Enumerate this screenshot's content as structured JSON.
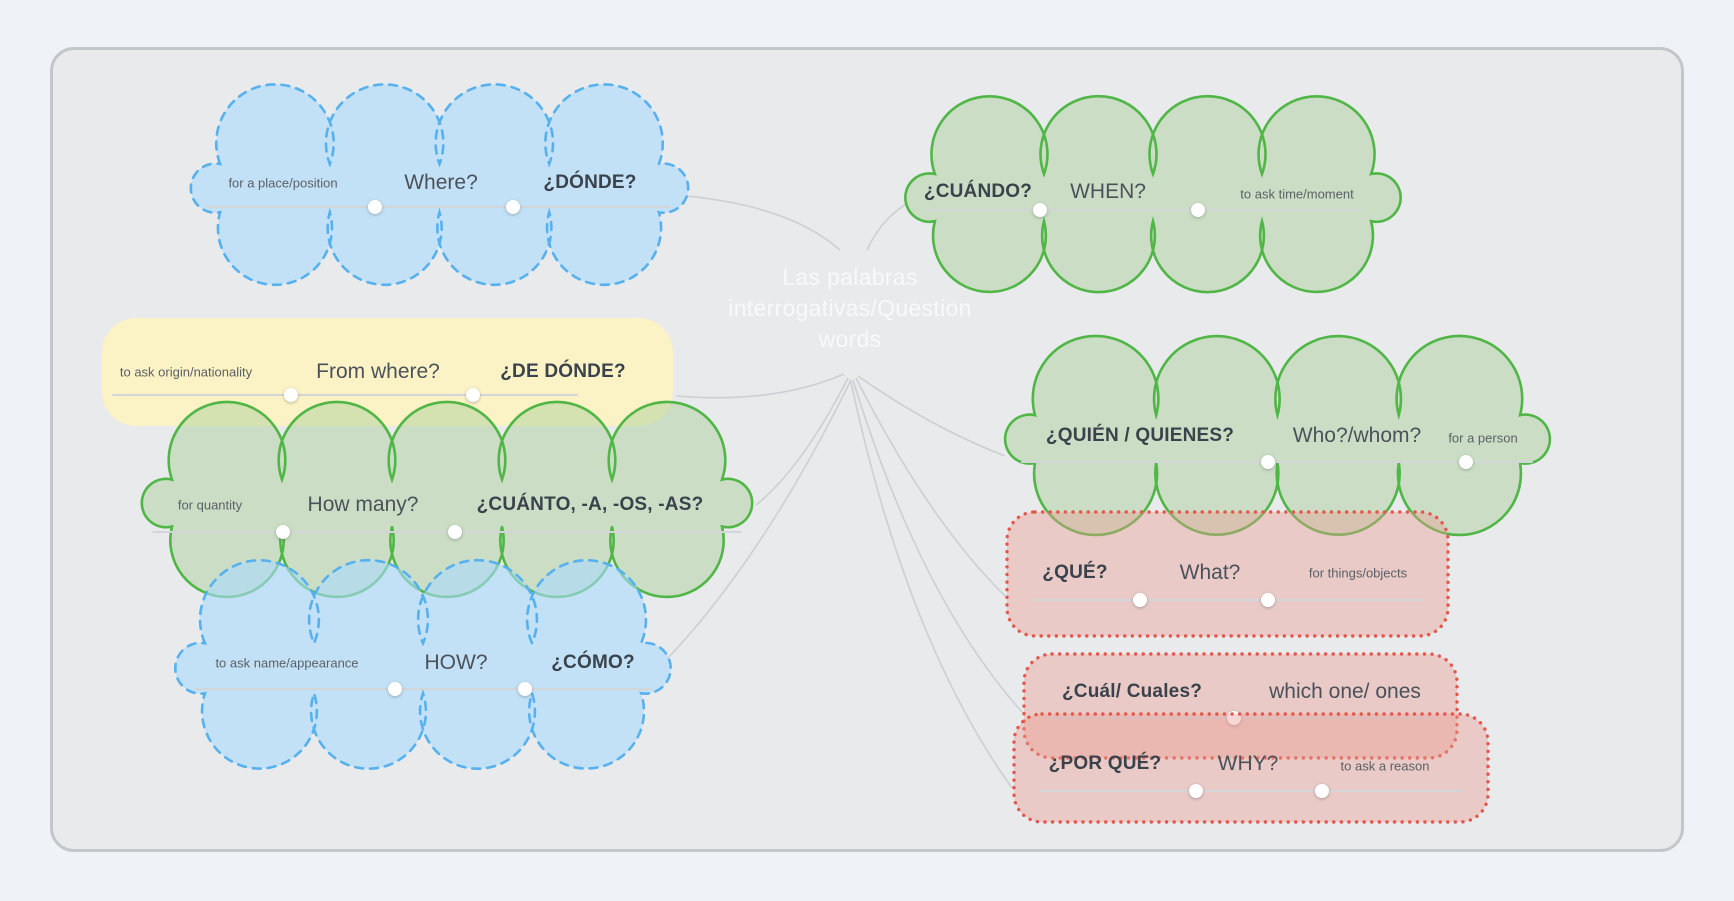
{
  "title": "Las palabras interrogativas/Question words",
  "colors": {
    "background_outer": "#EFF3F7",
    "panel_fill": "#E8EAEC",
    "panel_border": "#C3C7CB",
    "connector": "#C5C9CD",
    "node_line": "#D3D6D9",
    "dot_fill": "#FFFFFF",
    "title_text": "#F7F9FA",
    "hint_text": "#5B6167",
    "english_text": "#4B525A",
    "spanish_text": "#3A424B",
    "blue": {
      "border": "#56B1EE",
      "fill": "rgba(170,219,253,0.60)"
    },
    "green": {
      "border": "#50B646",
      "fill": "rgba(174,210,158,0.50)"
    },
    "yellow": {
      "fill": "rgba(252,242,194,0.92)"
    },
    "red": {
      "border": "#E4584C",
      "fill": "rgba(234,154,144,0.40)"
    }
  },
  "nodes": [
    {
      "id": "donde",
      "style": "blue-dashed-cloud",
      "texts": [
        {
          "kind": "hint",
          "label": "for a place/position"
        },
        {
          "kind": "english",
          "label": "Where?"
        },
        {
          "kind": "spanish",
          "label": "¿DÓNDE?"
        }
      ]
    },
    {
      "id": "de-donde",
      "style": "yellow-rounded-rect",
      "texts": [
        {
          "kind": "hint",
          "label": "to ask origin/nationality"
        },
        {
          "kind": "english",
          "label": "From where?"
        },
        {
          "kind": "spanish",
          "label": "¿DE DÓNDE?"
        }
      ]
    },
    {
      "id": "cuanto",
      "style": "green-cloud",
      "texts": [
        {
          "kind": "hint",
          "label": "for quantity"
        },
        {
          "kind": "english",
          "label": "How many?"
        },
        {
          "kind": "spanish",
          "label": "¿CUÁNTO, -A, -OS, -AS?"
        }
      ]
    },
    {
      "id": "como",
      "style": "blue-dashed-cloud",
      "texts": [
        {
          "kind": "hint",
          "label": "to ask name/appearance"
        },
        {
          "kind": "english",
          "label": "HOW?"
        },
        {
          "kind": "spanish",
          "label": "¿CÓMO?"
        }
      ]
    },
    {
      "id": "cuando",
      "style": "green-cloud",
      "texts": [
        {
          "kind": "spanish",
          "label": "¿CUÁNDO?"
        },
        {
          "kind": "english",
          "label": "WHEN?"
        },
        {
          "kind": "hint",
          "label": "to ask time/moment"
        }
      ]
    },
    {
      "id": "quien",
      "style": "green-cloud",
      "texts": [
        {
          "kind": "spanish",
          "label": "¿QUIÉN / QUIENES?"
        },
        {
          "kind": "english",
          "label": "Who?/whom?"
        },
        {
          "kind": "hint",
          "label": "for a person"
        }
      ]
    },
    {
      "id": "que",
      "style": "red-dotted-rect",
      "texts": [
        {
          "kind": "spanish",
          "label": "¿QUÉ?"
        },
        {
          "kind": "english",
          "label": "What?"
        },
        {
          "kind": "hint",
          "label": "for things/objects"
        }
      ]
    },
    {
      "id": "cual",
      "style": "red-dotted-rect",
      "texts": [
        {
          "kind": "spanish",
          "label": "¿Cuál/ Cuales?"
        },
        {
          "kind": "english",
          "label": "which one/ ones"
        }
      ]
    },
    {
      "id": "por-que",
      "style": "red-dotted-rect",
      "texts": [
        {
          "kind": "spanish",
          "label": "¿POR QUÉ?"
        },
        {
          "kind": "english",
          "label": "WHY?"
        },
        {
          "kind": "hint",
          "label": "to ask a reason"
        }
      ]
    }
  ]
}
